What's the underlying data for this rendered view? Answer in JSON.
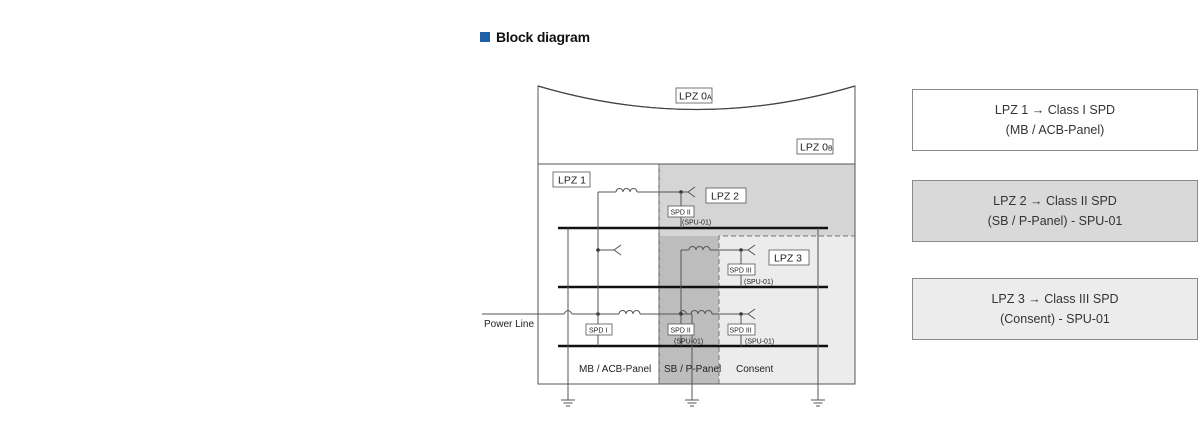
{
  "header": {
    "title": "Block diagram"
  },
  "diagram": {
    "zone_0a": {
      "prefix": "LPZ 0",
      "sub": "A"
    },
    "zone_0b": {
      "prefix": "LPZ 0",
      "sub": "B"
    },
    "zone_1": "LPZ 1",
    "zone_2": "LPZ 2",
    "zone_3": "LPZ 3",
    "power_line": "Power Line",
    "spd_1": "SPD I",
    "spd_2": "SPD II",
    "spd_3": "SPD III",
    "spu": "(SPU-01)",
    "panel_mb": "MB / ACB-Panel",
    "panel_sb": "SB / P-Panel",
    "panel_consent": "Consent",
    "colors": {
      "zone2_fill": "#d5d5d5",
      "zone3_fill": "#ececec",
      "sb_fill": "#bdbdbd"
    }
  },
  "info_boxes": [
    {
      "line1": "LPZ 1 → Class I SPD",
      "line2": "(MB / ACB-Panel)",
      "fill": "#ffffff"
    },
    {
      "line1": "LPZ 2 → Class II SPD",
      "line2": "(SB / P-Panel) - SPU-01",
      "fill": "#d9d9d9"
    },
    {
      "line1": "LPZ 3 → Class III SPD",
      "line2": "(Consent) - SPU-01",
      "fill": "#ececec"
    }
  ]
}
